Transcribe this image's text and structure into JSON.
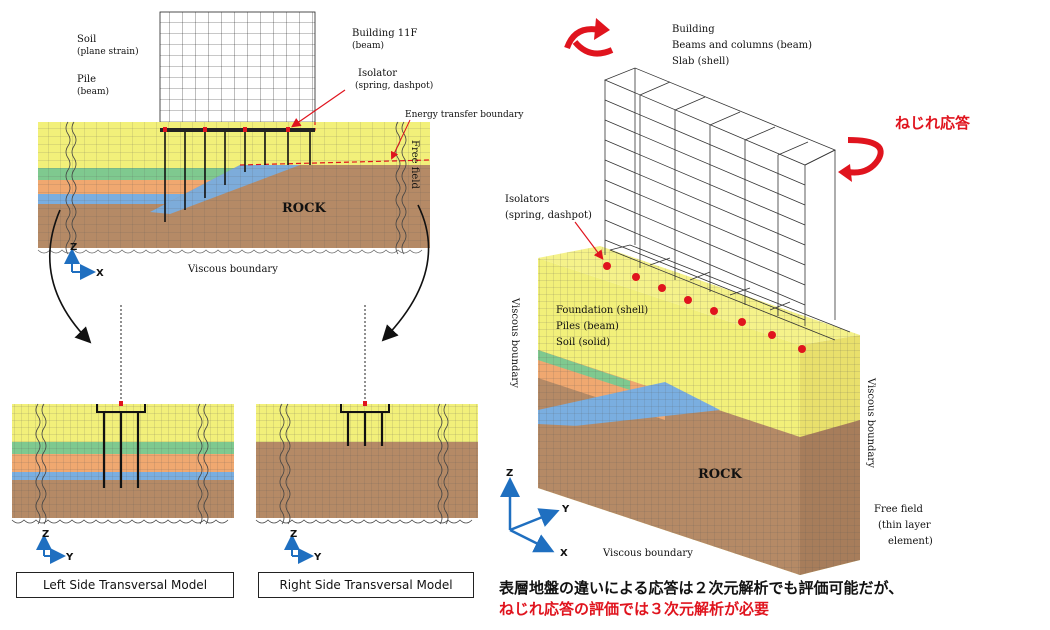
{
  "labels": {
    "soil": "Soil",
    "soil_sub": "(plane strain)",
    "pile": "Pile",
    "pile_sub": "(beam)",
    "building_2d": "Building 11F",
    "building_2d_sub": "(beam)",
    "isolator_2d": "Isolator",
    "isolator_2d_sub": "(spring, dashpot)",
    "energy_boundary": "Energy transfer boundary",
    "free_field_2d": "Free field",
    "rock": "ROCK",
    "viscous_2d": "Viscous boundary",
    "building_3d": "Building",
    "beams_columns": "Beams and columns (beam)",
    "slab": "Slab (shell)",
    "torsion": "ねじれ応答",
    "isolators_3d": "Isolators",
    "isolators_3d_sub": "(spring, dashpot)",
    "foundation": "Foundation (shell)",
    "piles": "Piles (beam)",
    "soil_solid": "Soil (solid)",
    "viscous_3d_left": "Viscous boundary",
    "viscous_3d_right": "Viscous boundary",
    "viscous_3d_bottom": "Viscous boundary",
    "free_field_3d": "Free field",
    "free_field_3d_sub1": "(thin layer",
    "free_field_3d_sub2": "element)",
    "rock_3d": "ROCK"
  },
  "axes": {
    "z": "Z",
    "x": "X",
    "y": "Y"
  },
  "captions": {
    "left_model": "Left Side Transversal Model",
    "right_model": "Right Side Transversal Model"
  },
  "notes": {
    "line1": "表層地盤の違いによる応答は２次元解析でも評価可能だが、",
    "line2": "ねじれ応答の評価では３次元解析が必要"
  },
  "colors": {
    "yellow_soil": "#f2f07a",
    "green_soil": "#7fc98f",
    "orange_soil": "#f0a870",
    "blue_soil": "#7aaee0",
    "rock": "#b58a66",
    "accent_red": "#e0141e",
    "axis_blue": "#1f6fc0"
  }
}
